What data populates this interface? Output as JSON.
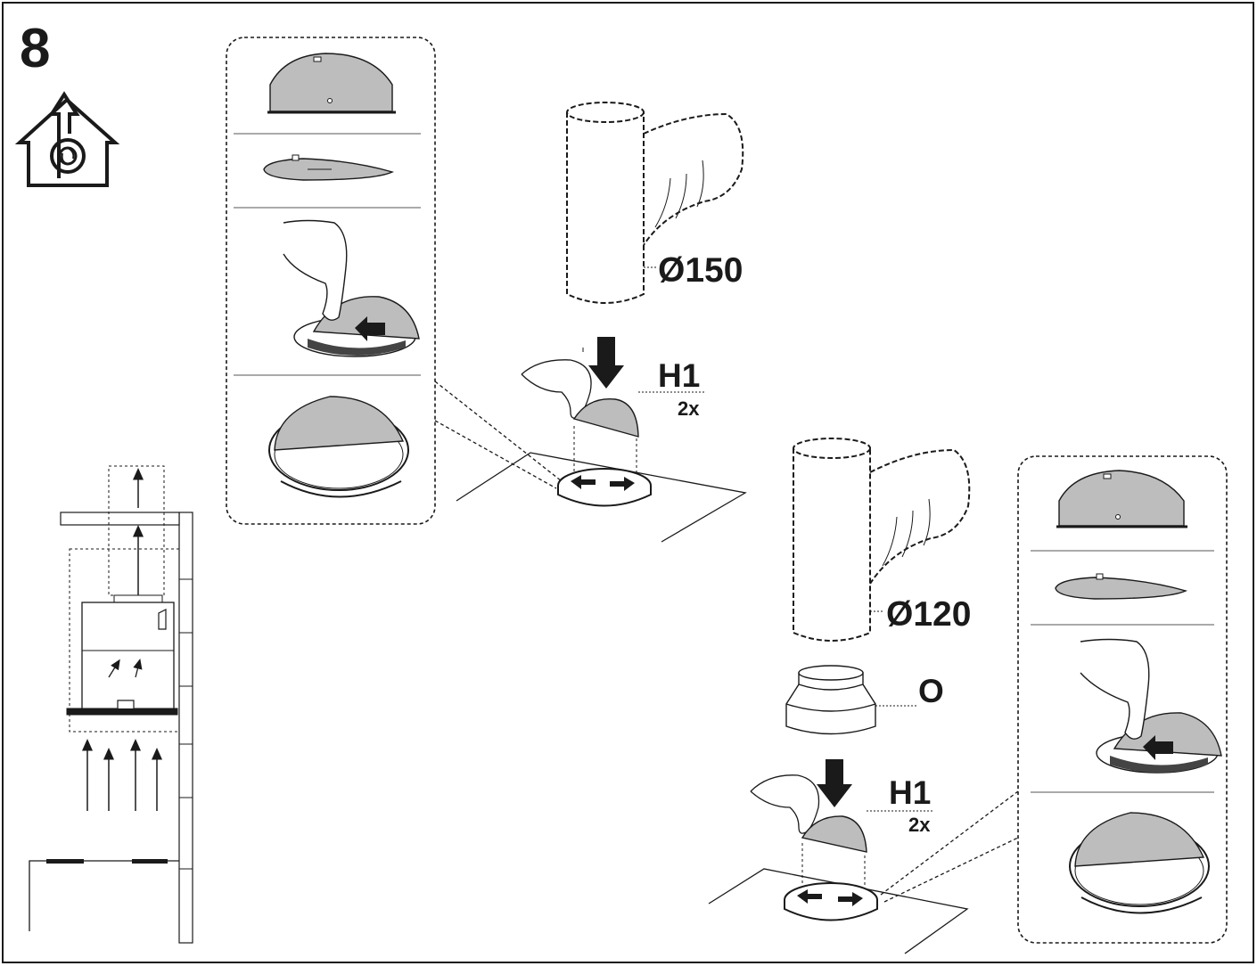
{
  "step": {
    "number": "8"
  },
  "duct_large": {
    "diameter": "Ø150"
  },
  "duct_small": {
    "diameter": "Ø120"
  },
  "flap_top": {
    "part": "H1",
    "quantity": "2x"
  },
  "flap_bottom": {
    "part": "H1",
    "quantity": "2x"
  },
  "reducer": {
    "part": "O"
  },
  "icons": {
    "outside_venting": "house-with-fan-exhaust-icon",
    "hand": "hand-icon",
    "push_arrow": "push-down-arrow-icon"
  },
  "colors": {
    "line": "#1a1a1a",
    "part_fill": "#bdbdbd",
    "dark_fill": "#222222",
    "background": "#ffffff"
  }
}
